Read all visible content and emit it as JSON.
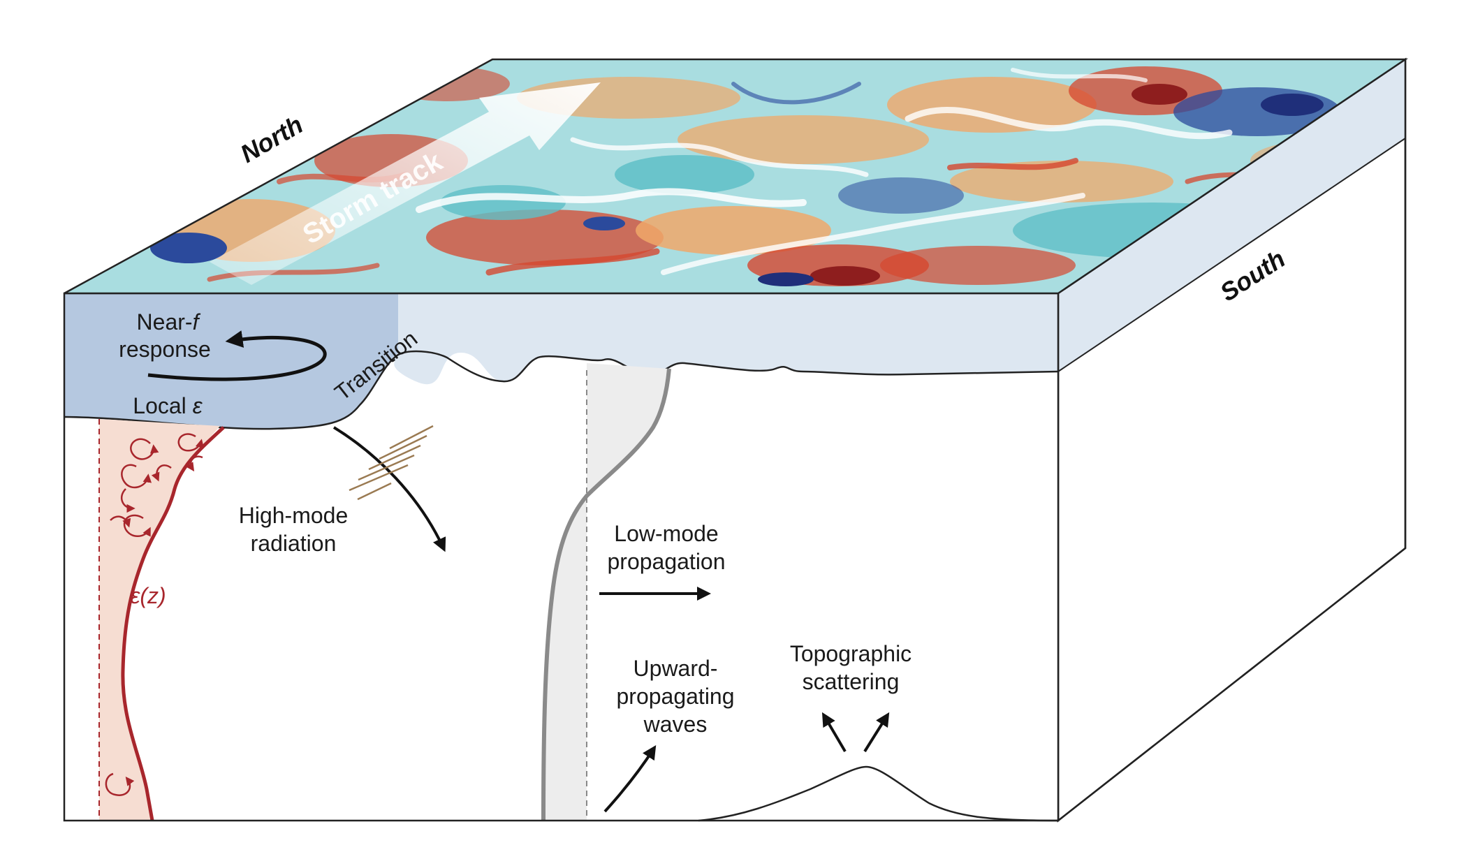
{
  "compass": {
    "north": "North",
    "south": "South"
  },
  "storm_track": {
    "label": "Storm track"
  },
  "mixed_layer": {
    "near_f_line1": "Near-",
    "near_f_italic": "f",
    "near_f_line2": "response",
    "local_eps_prefix": "Local ",
    "local_eps_symbol": "ε",
    "transition": "Transition"
  },
  "labels": {
    "high_mode_line1": "High-mode",
    "high_mode_line2": "radiation",
    "low_mode_line1": "Low-mode",
    "low_mode_line2": "propagation",
    "upward_line1": "Upward-",
    "upward_line2": "propagating",
    "upward_line3": "waves",
    "topo_line1": "Topographic",
    "topo_line2": "scattering",
    "eps_z": "ε(z)"
  },
  "colors": {
    "mixed_layer": "#b5c8e0",
    "upper_band": "#dde7f1",
    "dissipation_red": "#a8262c",
    "dissipation_fill": "#f6ddd2",
    "surface_teal": "#5fbfc7",
    "surface_red": "#d5472f",
    "surface_blue": "#2b4a9c",
    "surface_orange": "#f0a86a"
  }
}
